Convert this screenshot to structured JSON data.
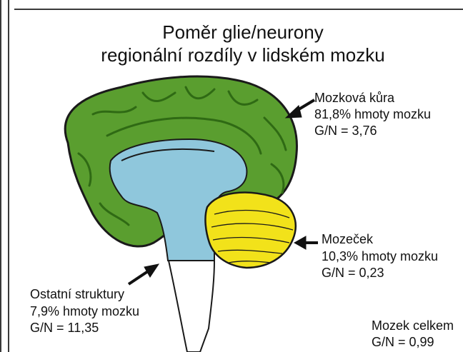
{
  "title": {
    "line1": "Poměr glie/neurony",
    "line2": "regionální rozdíly v lidském mozku"
  },
  "labels": {
    "cortex": {
      "name": "Mozková kůra",
      "mass": "81,8% hmoty mozku",
      "ratio": "G/N = 3,76"
    },
    "cerebellum": {
      "name": "Mozeček",
      "mass": "10,3% hmoty mozku",
      "ratio": "G/N = 0,23"
    },
    "other": {
      "name": "Ostatní struktury",
      "mass": "7,9% hmoty mozku",
      "ratio": "G/N = 11,35"
    },
    "total": {
      "name": "Mozek celkem",
      "ratio": "G/N = 0,99"
    }
  },
  "colors": {
    "cortex": "#5a9e2f",
    "cortex_dark": "#2f6a14",
    "inner": "#8fc7dc",
    "cerebellum": "#f2e21a",
    "brainstem": "#ffffff",
    "outline": "#1a1a1a"
  }
}
